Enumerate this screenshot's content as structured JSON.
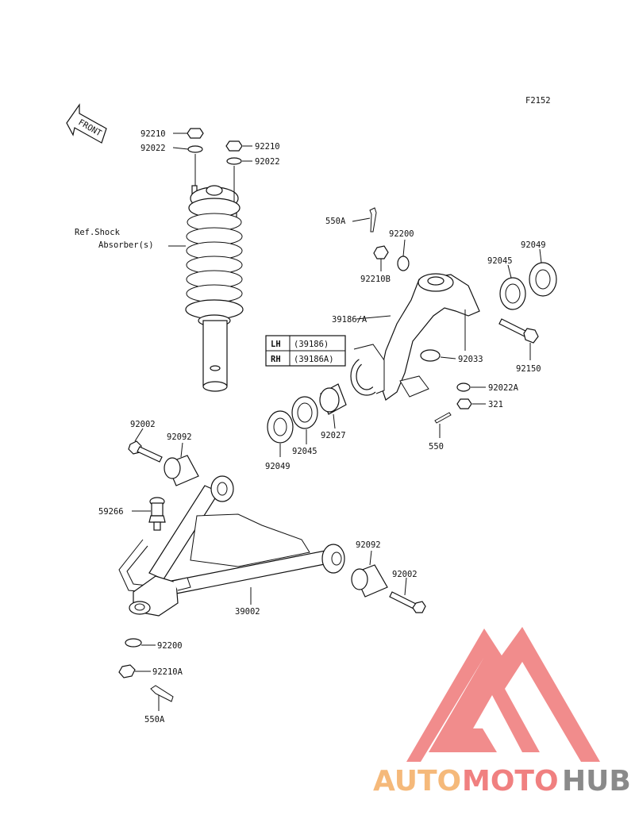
{
  "figure_code": "F2152",
  "front_label": "FRONT",
  "ref_shock": {
    "line1": "Ref.Shock",
    "line2": "Absorber(s)"
  },
  "side_table": [
    {
      "side": "LH",
      "part": "(39186)"
    },
    {
      "side": "RH",
      "part": "(39186A)"
    }
  ],
  "labels": {
    "nut_92210_left": "92210",
    "washer_92022_left": "92022",
    "nut_92210_right": "92210",
    "washer_92022_right": "92022",
    "pin_550A_top": "550A",
    "washer_92200_top": "92200",
    "nut_92210B": "92210B",
    "seal_92049_right": "92049",
    "bearing_92045_right": "92045",
    "knuckle_39186A": "39186/A",
    "circlip_92033": "92033",
    "bolt_92150": "92150",
    "washer_92022A": "92022A",
    "nut_321": "321",
    "pin_550": "550",
    "spacer_92027": "92027",
    "bearing_92045_left": "92045",
    "seal_92049_left": "92049",
    "bolt_92002_left": "92002",
    "bushing_92092_left": "92092",
    "balljoint_59266": "59266",
    "arm_39002": "39002",
    "bushing_92092_right": "92092",
    "bolt_92002_right": "92002",
    "washer_92200_bottom": "92200",
    "nut_92210A": "92210A",
    "pin_550A_bottom": "550A"
  },
  "watermark": {
    "part1": "AUTO",
    "part2": "MOTO",
    "part3": "HUB"
  },
  "colors": {
    "watermark_red": "#f08080",
    "watermark_orange": "#f5b97a",
    "watermark_gray": "#8a8a8a"
  }
}
